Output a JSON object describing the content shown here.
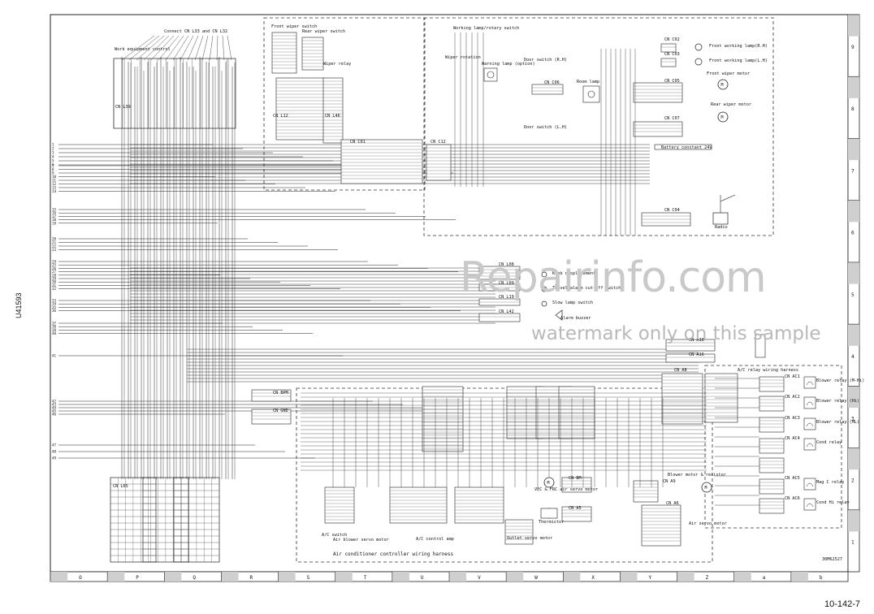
{
  "sheet": {
    "page_number": "10-142-7",
    "doc_side_code": "U41593",
    "drawing_code": "30M62527",
    "watermark_site": "Repairinfo.com",
    "watermark_note": "watermark only on this sample",
    "column_letters": [
      "O",
      "P",
      "Q",
      "R",
      "S",
      "T",
      "U",
      "V",
      "W",
      "X",
      "Y",
      "Z",
      "a",
      "b"
    ],
    "row_numbers": [
      "9",
      "8",
      "7",
      "6",
      "5",
      "4",
      "3",
      "2",
      "1"
    ],
    "left_wire_numbers": [
      "1",
      "2",
      "3",
      "4",
      "5",
      "6",
      "7",
      "8",
      "9",
      "10",
      "11",
      "12",
      "13",
      "14",
      "15",
      "16",
      "17",
      "18",
      "19",
      "20",
      "21",
      "22",
      "23",
      "24",
      "25",
      "26",
      "27",
      "28",
      "29",
      "30",
      "31",
      "32",
      "33",
      "34",
      "35",
      "36",
      "37",
      "38",
      "39",
      "40",
      "41",
      "42",
      "43",
      "44",
      "45",
      "46",
      "47",
      "48",
      "49"
    ]
  },
  "labels": {
    "connect_cn": "Connect CN L33 and CN L32",
    "work_equipment_control": "Work equipment control",
    "front_wiper_switch": "Front wiper switch",
    "rear_wiper_switch": "Rear wiper switch",
    "wiper_relay": "Wiper relay",
    "working_lamp_switch": "Working lamp/rotary switch",
    "wiper_rotation": "Wiper rotation",
    "warning_lamp": "Warning lamp (option)",
    "cn_c01": "CN C01",
    "cn_c02": "CN C02",
    "cn_c03": "CN C03",
    "cn_c04": "CN C04",
    "cn_c05": "CN C05",
    "cn_c06": "CN C06",
    "cn_c07": "CN C07",
    "cn_c12": "CN C12",
    "cn_l08": "CN L08",
    "cn_l09": "CN L09",
    "cn_l12": "CN L12",
    "cn_l19": "CN L19",
    "cn_l39": "CN L39",
    "cn_l42": "CN L42",
    "cn_a10": "CN A10",
    "cn_a16": "CN A16",
    "cn_a8": "CN A8",
    "cn_a5": "CN A5",
    "cn_a6": "CN A6",
    "cn_a9": "CN A9",
    "cn_bm": "CN BM",
    "cn_bpm": "CN BPM",
    "cn_gnd": "CN GND",
    "front_working_r": "Front working lamp(R.H)",
    "front_working_l": "Front working lamp(L.H)",
    "door_switch_rh": "Door switch (R.H)",
    "door_switch_lh": "Door switch (L.H)",
    "room_lamp": "Room lamp",
    "front_wiper_motor": "Front wiper motor",
    "rear_wiper_motor": "Rear wiper motor",
    "battery_constant": "Battery constant 24V",
    "radio": "Radio",
    "knob_displacement": "Knob displacement",
    "travel_alarm_switch": "Travel alarm cut-off switch",
    "slow_lamp_switch": "Slow lamp switch",
    "alarm_buzzer": "Alarm buzzer",
    "ac_relay_harness": "A/C relay wiring harness",
    "blower_relay_mhi": "Blower relay (M-Hi)",
    "blower_relay_hi": "Blower relay (Hi)",
    "blower_relay_ml": "Blower relay (ML)",
    "cond_relay": "Cond relay",
    "mag_c_relay": "Mag C relay",
    "cond_hi_relay": "Cond Hi relay",
    "cn_ac1": "CN AC1",
    "cn_ac2": "CN AC2",
    "cn_ac3": "CN AC3",
    "cn_ac4": "CN AC4",
    "cn_ac5": "CN AC5",
    "cn_ac6": "CN AC6",
    "blower_motor_resistor": "Blower motor & resistor",
    "vec_frc": "VEC & FRC air servo motor",
    "thermistor": "Thermistor",
    "ac_switch": "A/C switch",
    "air_blower_servo": "Air blower servo motor",
    "ac_control_amp": "A/C control amp",
    "outlet_servo": "Outlet servo motor",
    "air_servo_motor": "Air servo motor",
    "ac_controller_harness": "Air conditioner controller wiring harness",
    "cn_l65": "CN L65",
    "cn_l46": "CN L46"
  }
}
